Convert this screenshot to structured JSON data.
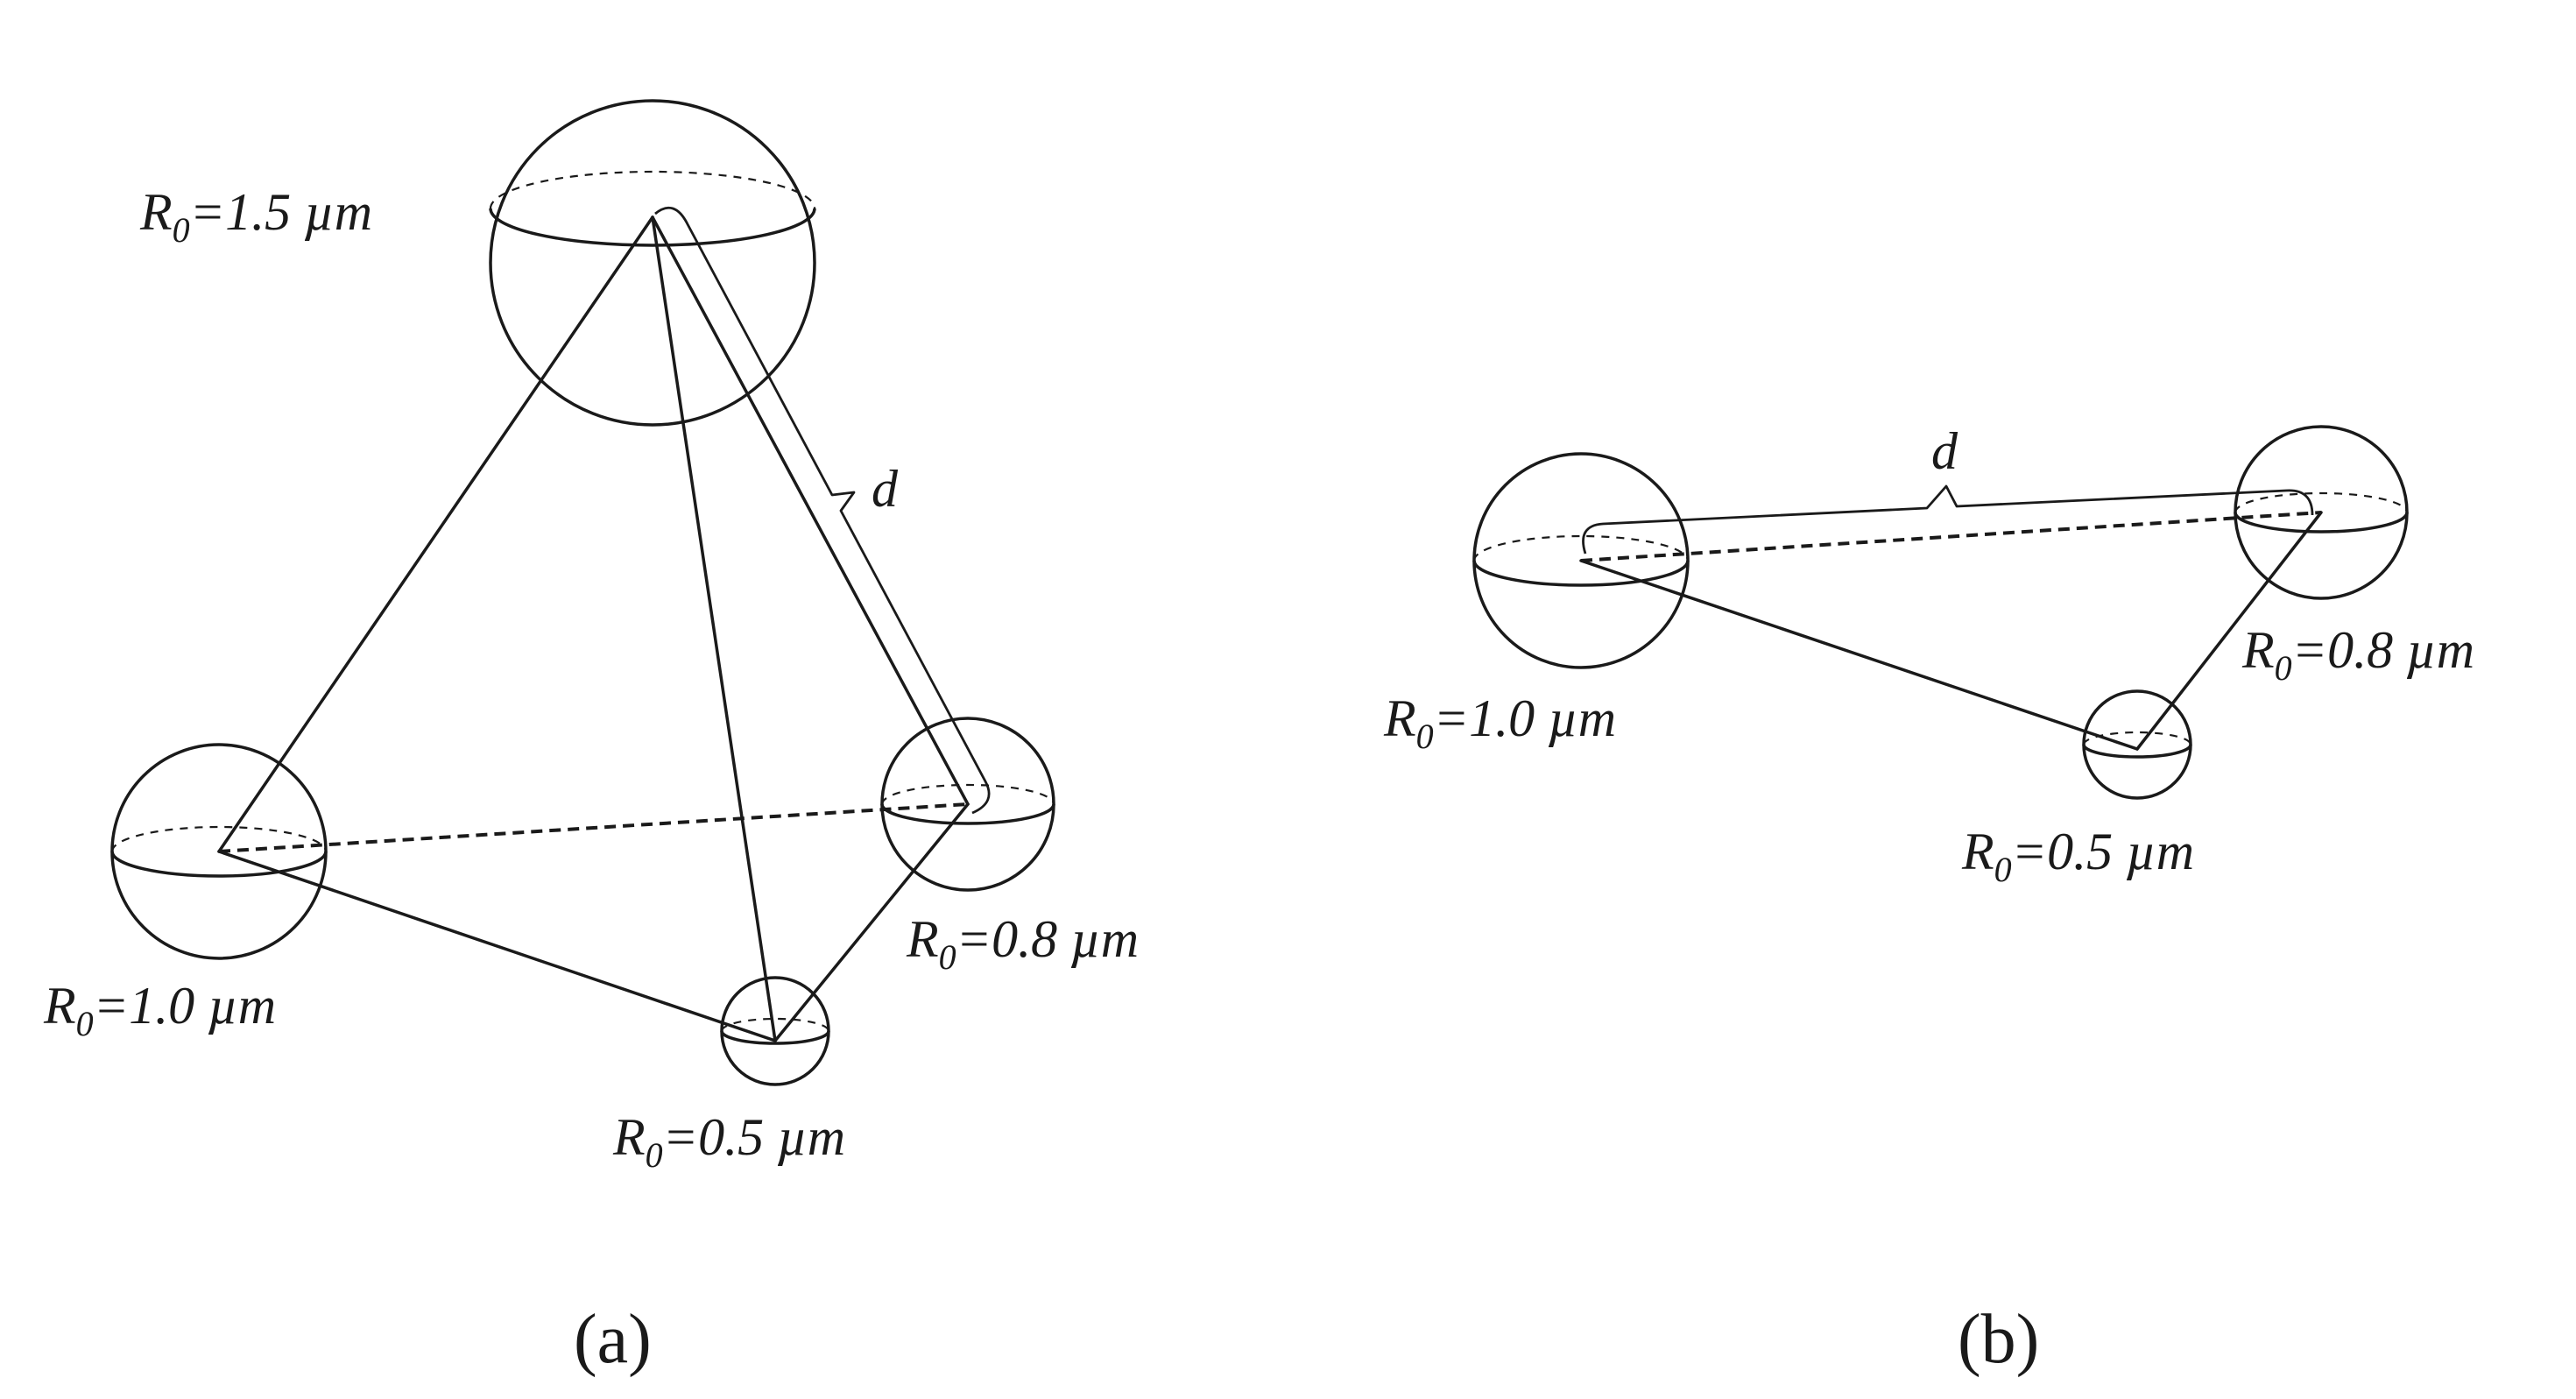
{
  "panels": [
    {
      "id": "a",
      "caption": "(a)",
      "distance_label": "d",
      "spheres": [
        {
          "name": "sphere-large",
          "radius_text": "=1.5 µm",
          "subscript": "0"
        },
        {
          "name": "sphere-left",
          "radius_text": "=1.0 µm",
          "subscript": "0"
        },
        {
          "name": "sphere-right",
          "radius_text": "=0.8 µm",
          "subscript": "0"
        },
        {
          "name": "sphere-small",
          "radius_text": "=0.5 µm",
          "subscript": "0"
        }
      ]
    },
    {
      "id": "b",
      "caption": "(b)",
      "distance_label": "d",
      "spheres": [
        {
          "name": "sphere-left",
          "radius_text": "=1.0 µm",
          "subscript": "0"
        },
        {
          "name": "sphere-right",
          "radius_text": "=0.8 µm",
          "subscript": "0"
        },
        {
          "name": "sphere-small",
          "radius_text": "=0.5 µm",
          "subscript": "0"
        }
      ]
    }
  ],
  "label_prefix": "R"
}
